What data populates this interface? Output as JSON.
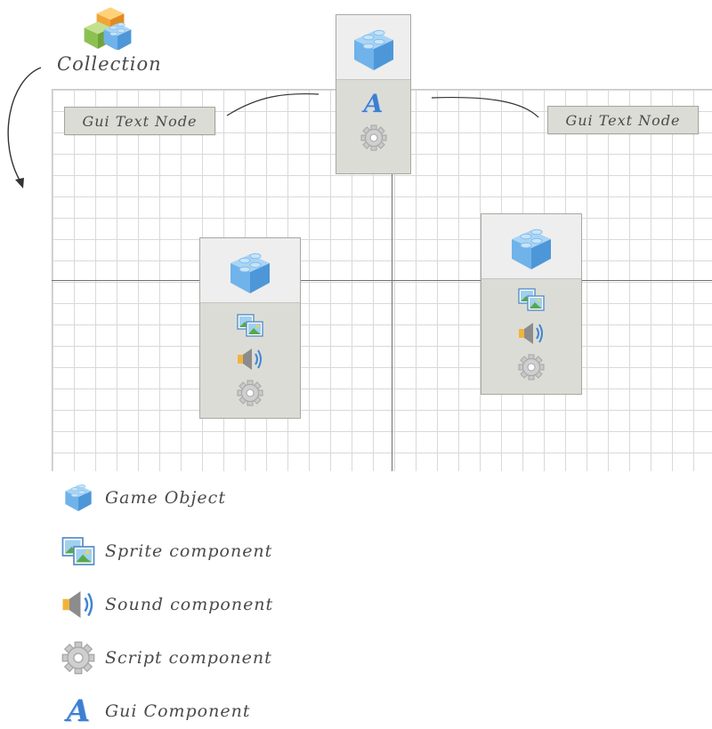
{
  "collection": {
    "title": "Collection"
  },
  "labels": {
    "left": "Gui Text Node",
    "right": "Gui Text Node"
  },
  "legend": [
    {
      "icon": "game-object-icon",
      "label": "Game Object"
    },
    {
      "icon": "sprite-icon",
      "label": "Sprite component"
    },
    {
      "icon": "sound-icon",
      "label": "Sound component"
    },
    {
      "icon": "script-icon",
      "label": "Script component"
    },
    {
      "icon": "gui-icon",
      "label": "Gui Component",
      "glyph": "A"
    }
  ],
  "gui_glyph": "A",
  "colors": {
    "cube_blue": "#6fb3ea",
    "collection_orange": "#f2a43a",
    "collection_green": "#8cc152",
    "panel": "#dcdcd6",
    "axis": "#6f6f6f"
  }
}
